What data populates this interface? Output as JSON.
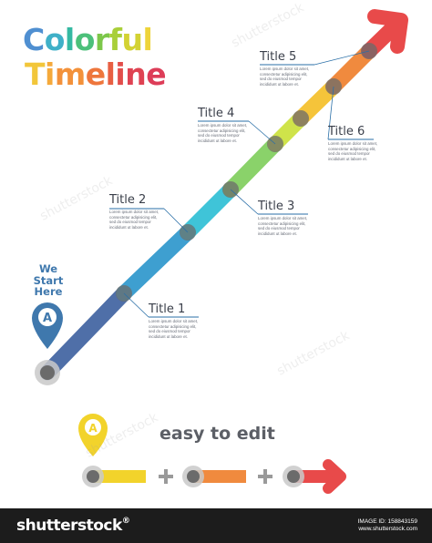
{
  "heading": {
    "line1": [
      {
        "ch": "C",
        "color": "#4f8fd1"
      },
      {
        "ch": "o",
        "color": "#3fb0c8"
      },
      {
        "ch": "l",
        "color": "#35b9a2"
      },
      {
        "ch": "o",
        "color": "#4cc07a"
      },
      {
        "ch": "r",
        "color": "#7cc74a"
      },
      {
        "ch": "f",
        "color": "#a9cf3a"
      },
      {
        "ch": "u",
        "color": "#d3d233"
      },
      {
        "ch": "l",
        "color": "#eed43a"
      }
    ],
    "line2": [
      {
        "ch": "T",
        "color": "#f2c63a"
      },
      {
        "ch": "i",
        "color": "#f5a93a"
      },
      {
        "ch": "m",
        "color": "#f3913a"
      },
      {
        "ch": "e",
        "color": "#ee763c"
      },
      {
        "ch": "l",
        "color": "#e85f42"
      },
      {
        "ch": "i",
        "color": "#e24d4a"
      },
      {
        "ch": "n",
        "color": "#df4352"
      },
      {
        "ch": "e",
        "color": "#dd3d58"
      }
    ]
  },
  "start": {
    "label": "We\nStart\nHere",
    "marker_letter": "A"
  },
  "lorem": "Lorem ipsum dolor sit amet,\nconsectetur adipisicing elit,\nsed do eiusmod tempor\nincididunt ut labore et.",
  "milestones": [
    {
      "title": "Title 1",
      "side": "right"
    },
    {
      "title": "Title 2",
      "side": "left"
    },
    {
      "title": "Title 3",
      "side": "right"
    },
    {
      "title": "Title 4",
      "side": "left"
    },
    {
      "title": "Title 6",
      "side": "right"
    },
    {
      "title": "Title 5",
      "side": "left"
    }
  ],
  "colors": {
    "segments": [
      "#4f6fa8",
      "#3e9fd0",
      "#3fc4d8",
      "#8ad26a",
      "#cfe34a",
      "#f5c43a",
      "#f08a3e",
      "#e84a4a"
    ],
    "node": "#6b6b6b",
    "node_ring": "#c9c9c9",
    "leader": "#2a6fa7",
    "marker_blue": "#3f78ad",
    "marker_yellow": "#f2d32b",
    "plus": "#9a9a9a"
  },
  "legend": {
    "caption": "easy to edit",
    "marker_letter": "A",
    "bar_colors": [
      "#f2d32b",
      "#f08a3e",
      "#e84a4a"
    ]
  },
  "footer": {
    "brand": "shutterstock",
    "image_id": "IMAGE ID: 158843159",
    "site": "www.shutterstock.com"
  }
}
